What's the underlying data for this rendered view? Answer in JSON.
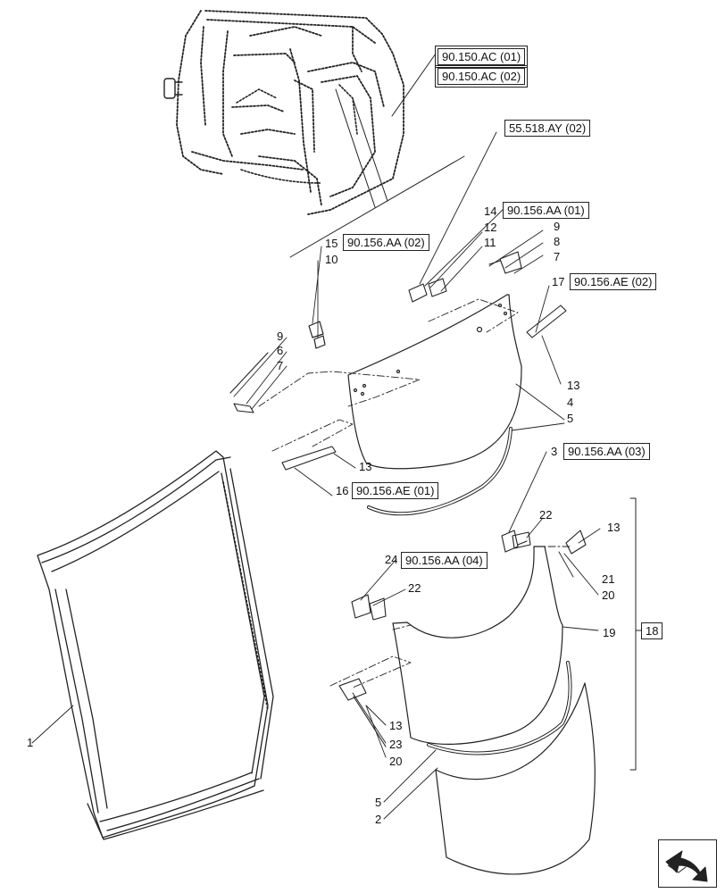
{
  "references": {
    "r_150ac01": "90.150.AC (01)",
    "r_150ac02": "90.150.AC (02)",
    "r_518ay02": "55.518.AY (02)",
    "r_156aa01": "90.156.AA (01)",
    "r_156aa02": "90.156.AA (02)",
    "r_156ae02": "90.156.AE (02)",
    "r_156aa03": "90.156.AA (03)",
    "r_156ae01": "90.156.AE (01)",
    "r_156aa04": "90.156.AA (04)",
    "r_18": "18"
  },
  "callouts": {
    "c14": "14",
    "c12": "12",
    "c11": "11",
    "c9a": "9",
    "c8": "8",
    "c7a": "7",
    "c15": "15",
    "c10": "10",
    "c17": "17",
    "c9b": "9",
    "c6": "6",
    "c7b": "7",
    "c13a": "13",
    "c4": "4",
    "c5a": "5",
    "c13b": "13",
    "c16": "16",
    "c3": "3",
    "c22a": "22",
    "c13c": "13",
    "c21": "21",
    "c20a": "20",
    "c24": "24",
    "c22b": "22",
    "c19": "19",
    "c1": "1",
    "c13d": "13",
    "c23": "23",
    "c20b": "20",
    "c5b": "5",
    "c2": "2"
  },
  "icons": {
    "nav": "arrow-navigation-icon"
  }
}
